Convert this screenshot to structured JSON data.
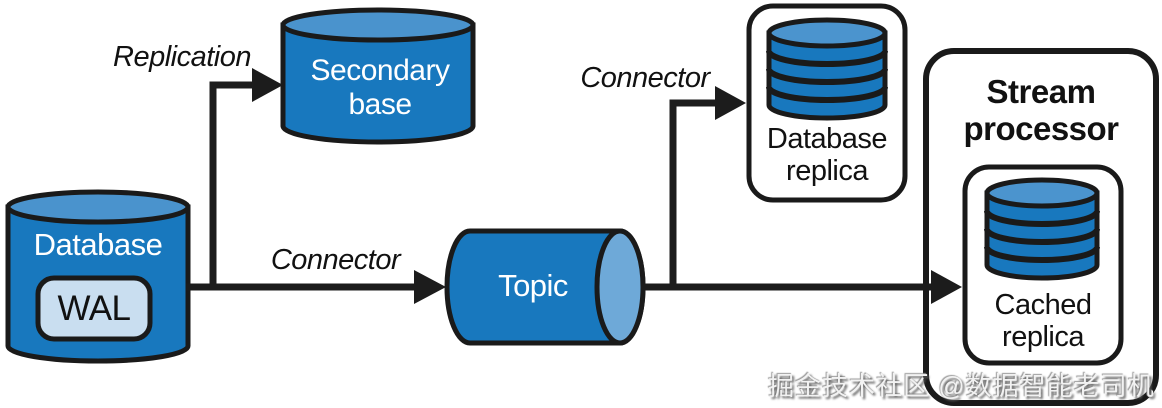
{
  "diagram": {
    "nodes": {
      "database": {
        "label": "Database",
        "wal": "WAL"
      },
      "secondary_base": {
        "line1": "Secondary",
        "line2": "base"
      },
      "topic": {
        "label": "Topic"
      },
      "database_replica": {
        "line1": "Database",
        "line2": "replica"
      },
      "stream_processor": {
        "line1": "Stream",
        "line2": "processor"
      },
      "cached_replica": {
        "line1": "Cached",
        "line2": "replica"
      }
    },
    "edge_labels": {
      "replication": "Replication",
      "connector_to_topic": "Connector",
      "connector_to_replica": "Connector"
    },
    "colors": {
      "primary_blue": "#1878be",
      "cylinder_top_blue": "#4a93cd",
      "disk_top_blue": "#4b94ce",
      "topic_end_blue": "#6ea9d8",
      "wal_fill": "#c9def0",
      "box_fill": "#ffffff"
    },
    "watermark": "掘金技术社区 @数据智能老司机"
  }
}
